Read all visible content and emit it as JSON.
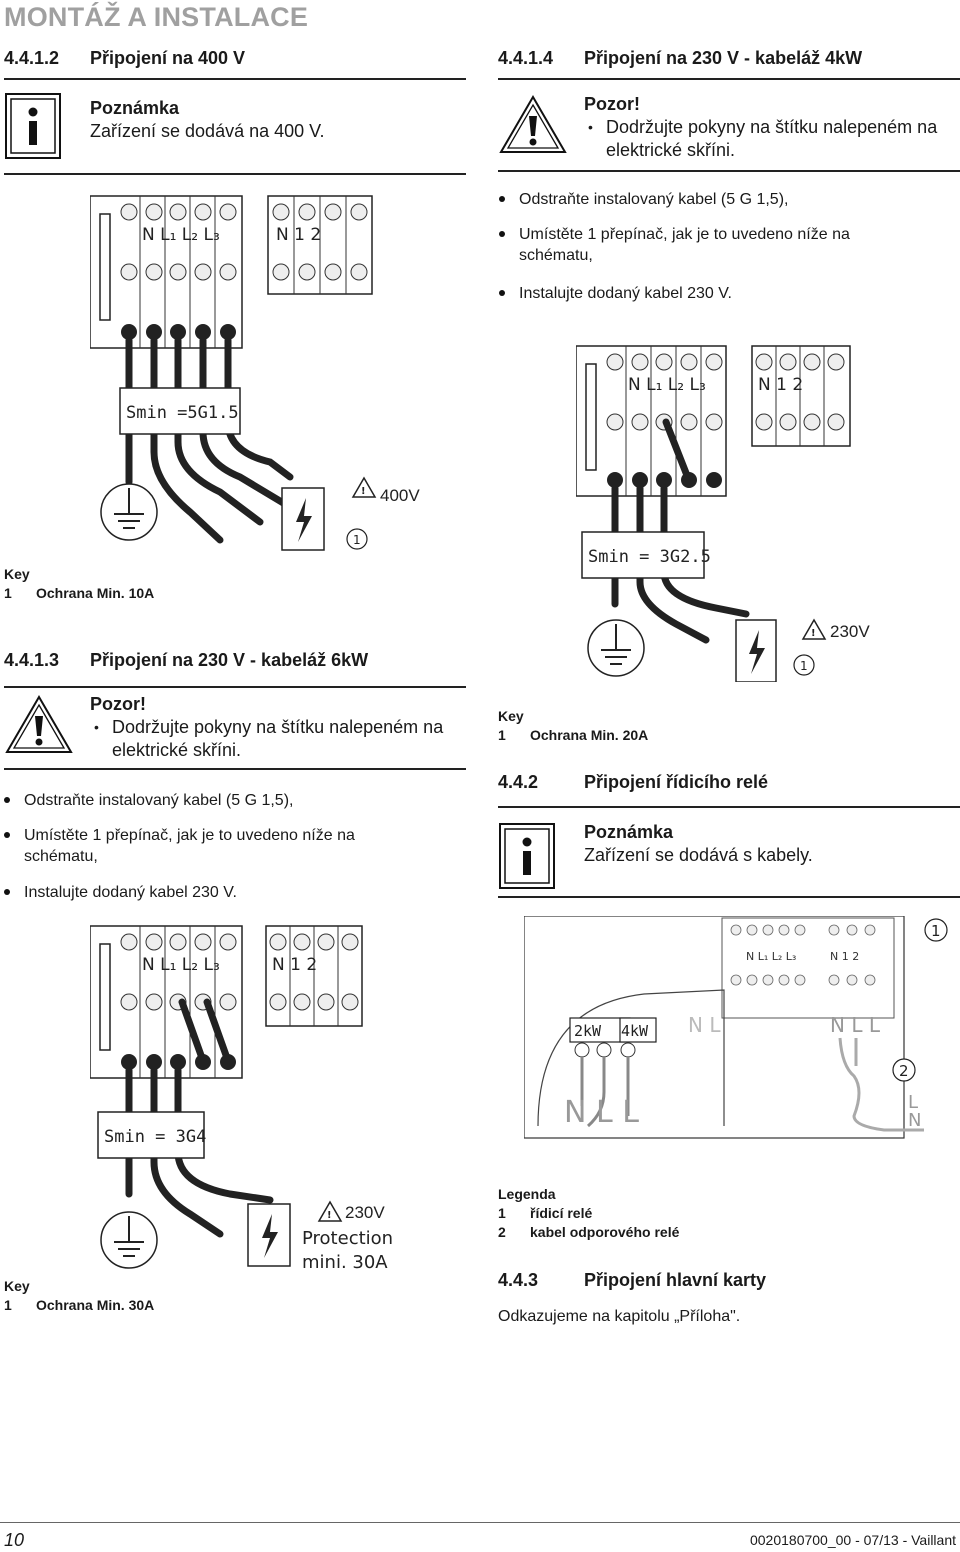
{
  "header": {
    "title": "MONTÁŽ A INSTALACE"
  },
  "s1": {
    "num": "4.4.1.2",
    "title": "Připojení na 400 V",
    "note_title": "Poznámka",
    "note_body": "Zařízení se dodává na 400 V.",
    "key_title": "Key",
    "key_num": "1",
    "key_text": "Ochrana Min. 10A"
  },
  "s3": {
    "num": "4.4.1.3",
    "title": "Připojení na 230 V - kabeláž 6kW",
    "warn_title": "Pozor!",
    "warn_body": "Dodržujte pokyny na štítku nalepeném na elektrické skříni.",
    "b1": "Odstraňte instalovaný kabel (5 G 1,5),",
    "b2": "Umístěte 1 přepínač, jak je to uvedeno níže na schématu,",
    "b3": "Instalujte dodaný kabel 230 V.",
    "key_title": "Key",
    "key_num": "1",
    "key_text": "Ochrana Min. 30A"
  },
  "s4": {
    "num": "4.4.1.4",
    "title": "Připojení na 230 V - kabeláž 4kW",
    "warn_title": "Pozor!",
    "warn_body": "Dodržujte pokyny na štítku nalepeném na elektrické skříni.",
    "b1": "Odstraňte instalovaný kabel (5 G 1,5),",
    "b2": "Umístěte 1 přepínač, jak je to uvedeno níže na schématu,",
    "b3": "Instalujte dodaný kabel 230 V.",
    "key_title": "Key",
    "key_num": "1",
    "key_text": "Ochrana Min. 20A"
  },
  "s5": {
    "num": "4.4.2",
    "title": "Připojení řídicího relé",
    "note_title": "Poznámka",
    "note_body": "Zařízení se dodává s kabely.",
    "legend_title": "Legenda",
    "legend": [
      {
        "n": "1",
        "t": "řídicí relé"
      },
      {
        "n": "2",
        "t": "kabel odporového relé"
      }
    ]
  },
  "s6": {
    "num": "4.4.3",
    "title": "Připojení hlavní karty",
    "body": "Odkazujeme na kapitolu „Příloha\"."
  },
  "diagrams": {
    "terminals_left": "N  L₁ L₂ L₃",
    "terminals_right": "N  1  2",
    "d1": {
      "cable": "Smin =5G1.5",
      "voltage": "400V",
      "callout": "1"
    },
    "d2": {
      "cable": "Smin = 3G2.5",
      "voltage": "230V",
      "callout": "1"
    },
    "d3": {
      "cable": "Smin = 3G4",
      "voltage": "230V",
      "protection1": "Protection",
      "protection2": "mini. 30A"
    },
    "d4": {
      "tag1": "2kW",
      "tag2": "4kW",
      "nll": "N L L",
      "nll_small": "N L",
      "nll_right": "N L L",
      "callout1": "1",
      "callout2": "2",
      "out_l": "L",
      "out_n": "N"
    }
  },
  "footer": {
    "page": "10",
    "doc": "0020180700_00 - 07/13 - Vaillant"
  }
}
